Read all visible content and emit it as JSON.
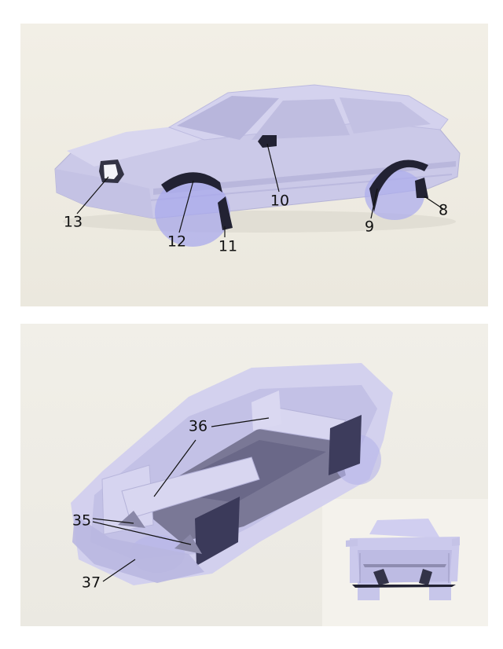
{
  "top_view": {
    "callouts": [
      {
        "id": "8",
        "label": "8"
      },
      {
        "id": "9",
        "label": "9"
      },
      {
        "id": "10",
        "label": "10"
      },
      {
        "id": "11",
        "label": "11"
      },
      {
        "id": "12",
        "label": "12"
      },
      {
        "id": "13",
        "label": "13"
      }
    ]
  },
  "bottom_view": {
    "callouts": [
      {
        "id": "35",
        "label": "35"
      },
      {
        "id": "36",
        "label": "36"
      },
      {
        "id": "37",
        "label": "37"
      }
    ]
  },
  "colors": {
    "body": "#c9c7e6",
    "body_light": "#dcdaf0",
    "glass": "#b9b7dc",
    "wheel": "#a8a8e6",
    "part_dark": "#2a2a3a",
    "part_panel": "#3c3c58",
    "line": "#111111"
  }
}
